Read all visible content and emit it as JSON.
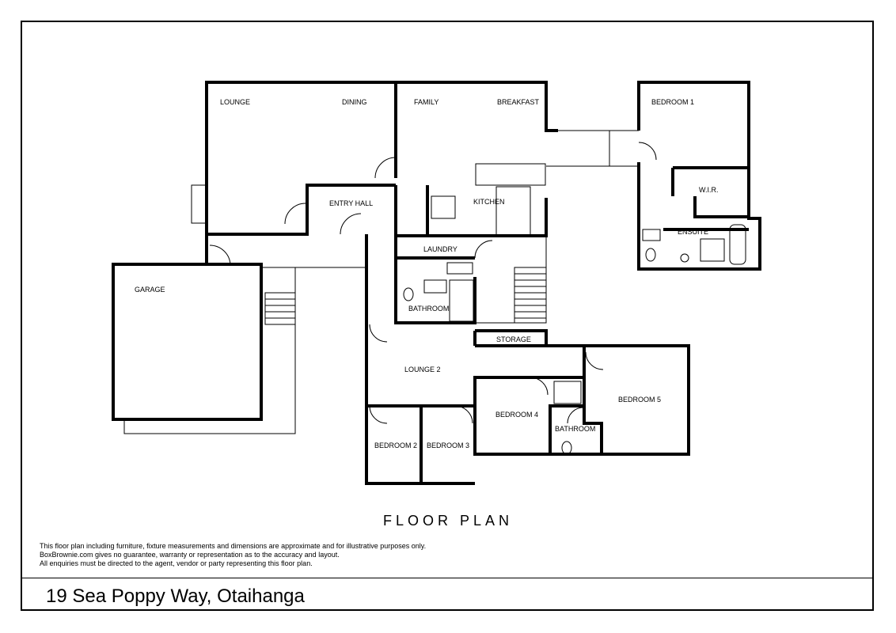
{
  "title": "FLOOR PLAN",
  "disclaimer": [
    "This floor plan including furniture, fixture measurements and dimensions are approximate and for illustrative purposes only.",
    "BoxBrownie.com gives no guarantee, warranty or representation as to the accuracy and layout.",
    "All enquiries must be directed to the agent, vendor or party representing this floor plan."
  ],
  "address": "19 Sea Poppy Way, Otaihanga",
  "rooms": {
    "lounge": "LOUNGE",
    "dining": "DINING",
    "family": "FAMILY",
    "breakfast": "BREAKFAST",
    "bedroom1": "BEDROOM 1",
    "wir": "W.I.R.",
    "ensuite": "ENSUITE",
    "entry_hall": "ENTRY HALL",
    "kitchen": "KITCHEN",
    "laundry": "LAUNDRY",
    "bathroom_main": "BATHROOM",
    "garage": "GARAGE",
    "storage": "STORAGE",
    "lounge2": "LOUNGE 2",
    "bedroom4": "BEDROOM 4",
    "bedroom5": "BEDROOM 5",
    "bathroom_lower": "BATHROOM",
    "bedroom2": "BEDROOM 2",
    "bedroom3": "BEDROOM 3"
  }
}
